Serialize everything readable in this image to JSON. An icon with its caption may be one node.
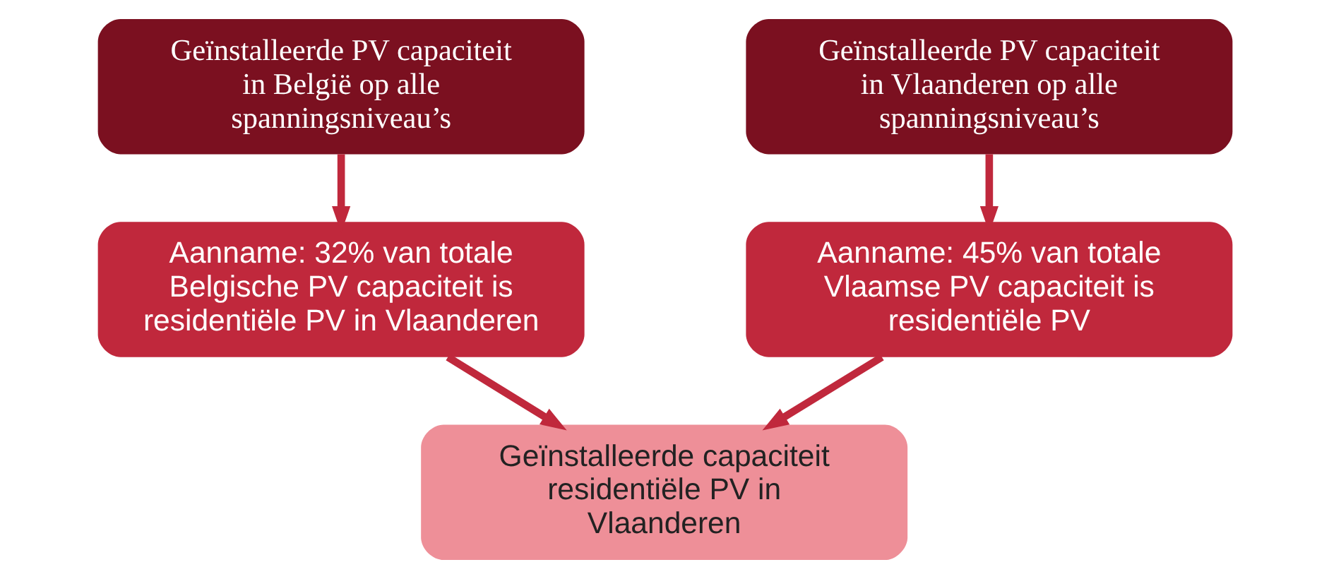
{
  "diagram": {
    "nodes": [
      {
        "text": [
          "Geïnstalleerde PV capaciteit in België op alle spanningsniveau’s"
        ]
      },
      {
        "text": [
          "Geïnstalleerde PV capaciteit in Vlaanderen op alle spanningsniveau’s"
        ]
      },
      {
        "text": [
          "Aanname: 32% van totale Belgische PV capaciteit is residentiële PV in Vlaanderen"
        ]
      },
      {
        "text": [
          "Aanname: 45% van totale Vlaamse PV capaciteit is residentiële PV"
        ]
      },
      {
        "text": [
          "Geïnstalleerde capaciteit residentiële PV in Vlaanderen"
        ]
      }
    ],
    "edges": [
      {
        "from": 0,
        "to": 2,
        "arrow": "to"
      },
      {
        "from": 1,
        "to": 3,
        "arrow": "to"
      },
      {
        "from": 2,
        "to": 4,
        "arrow": "to"
      },
      {
        "from": 3,
        "to": 4,
        "arrow": "to"
      }
    ]
  }
}
